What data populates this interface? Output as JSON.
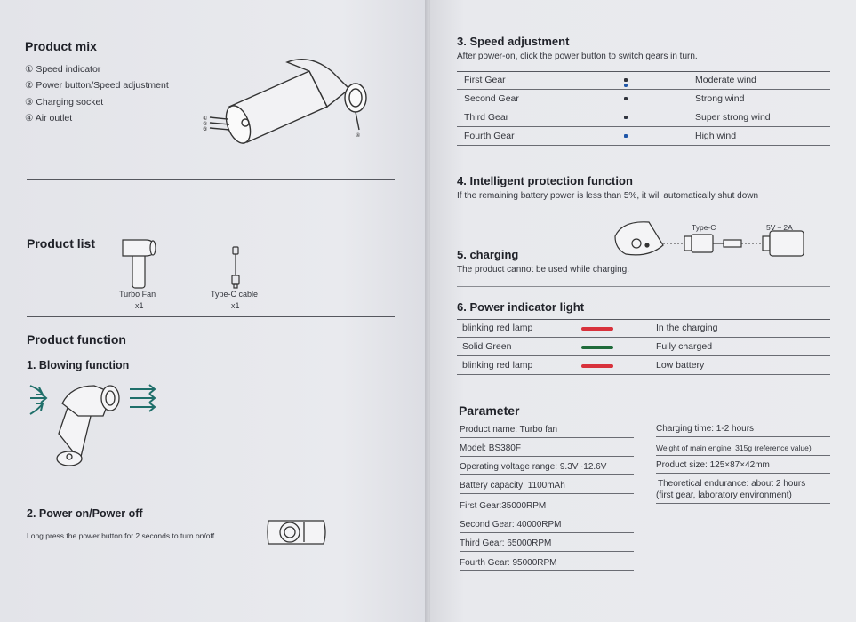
{
  "left": {
    "product_mix": {
      "title": "Product mix",
      "items": [
        "① Speed indicator",
        "② Power button/Speed adjustment",
        "③ Charging socket",
        "④ Air outlet"
      ]
    },
    "product_list": {
      "title": "Product list",
      "items": [
        {
          "name": "Turbo Fan",
          "qty": "x1"
        },
        {
          "name": "Type-C cable",
          "qty": "x1"
        }
      ]
    },
    "product_function": {
      "title": "Product function",
      "blowing": "1. Blowing function",
      "power_title": "2. Power on/Power off",
      "power_text": "Long press the power button for 2 seconds to turn on/off."
    }
  },
  "right": {
    "speed": {
      "title": "3. Speed adjustment",
      "text": "After power-on, click the power button to switch gears in turn.",
      "rows": [
        {
          "gear": "First Gear",
          "wind": "Moderate wind"
        },
        {
          "gear": "Second Gear",
          "wind": "Strong wind"
        },
        {
          "gear": "Third Gear",
          "wind": "Super strong wind"
        },
        {
          "gear": "Fourth Gear",
          "wind": "High wind"
        }
      ],
      "dot_color": "#1f56a8"
    },
    "protection": {
      "title": "4. Intelligent protection function",
      "text": "If the remaining battery power is less than 5%, it will automatically shut down"
    },
    "charging": {
      "title": "5. charging",
      "text": "The product cannot be used while charging.",
      "typec_label": "Type-C",
      "power_label": "5V ⎯ 2A"
    },
    "indicator": {
      "title": "6. Power indicator light",
      "rows": [
        {
          "state": "blinking red lamp",
          "meaning": "In the charging",
          "color": "#d8323c"
        },
        {
          "state": "Solid Green",
          "meaning": "Fully charged",
          "color": "#1f6b3a"
        },
        {
          "state": "blinking red lamp",
          "meaning": "Low battery",
          "color": "#d8323c"
        }
      ]
    },
    "parameter": {
      "title": "Parameter",
      "col1": [
        "Product name: Turbo fan",
        "Model: BS380F",
        "Operating voltage range: 9.3V~12.6V",
        "Battery capacity: 1100mAh",
        "First Gear:35000RPM",
        "Second Gear: 40000RPM",
        "Third Gear: 65000RPM",
        "Fourth Gear: 95000RPM"
      ],
      "col2": [
        "Charging time: 1-2 hours",
        "Weight of main engine: 315g (reference value)",
        "Product size: 125×87×42mm",
        "Theoretical endurance: about 2 hours",
        "(first gear, laboratory environment)"
      ]
    }
  }
}
